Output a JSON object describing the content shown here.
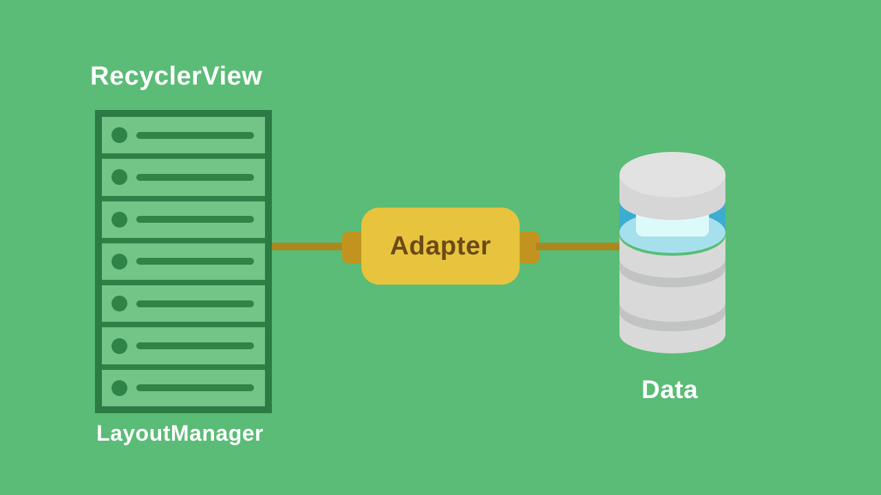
{
  "diagram": {
    "title": "RecyclerView",
    "list_label": "LayoutManager",
    "adapter_label": "Adapter",
    "database_label": "Data",
    "list_row_count": 7
  },
  "palette": {
    "background": "#5abc76",
    "list_fill": "#72c487",
    "list_border": "#2c7a44",
    "list_glyph": "#2f8347",
    "divider": "#2e8046",
    "adapter_fill": "#e8c43e",
    "adapter_text": "#6b4a17",
    "connector_line": "#ad861e",
    "connector_plug": "#c2941f",
    "label_text": "#ffffff",
    "db_gray_top": "#e2e2e2",
    "db_gray_side": "#d6d6d6",
    "db_gray_body": "#d9d9d9",
    "db_gray_band": "#c2c3c3",
    "db_blue_band": "#3badd0",
    "db_cyan_rim": "#a6e0ed",
    "db_cyan_glow": "#ddfafa",
    "db_cyan_glow_top": "#effeff"
  }
}
